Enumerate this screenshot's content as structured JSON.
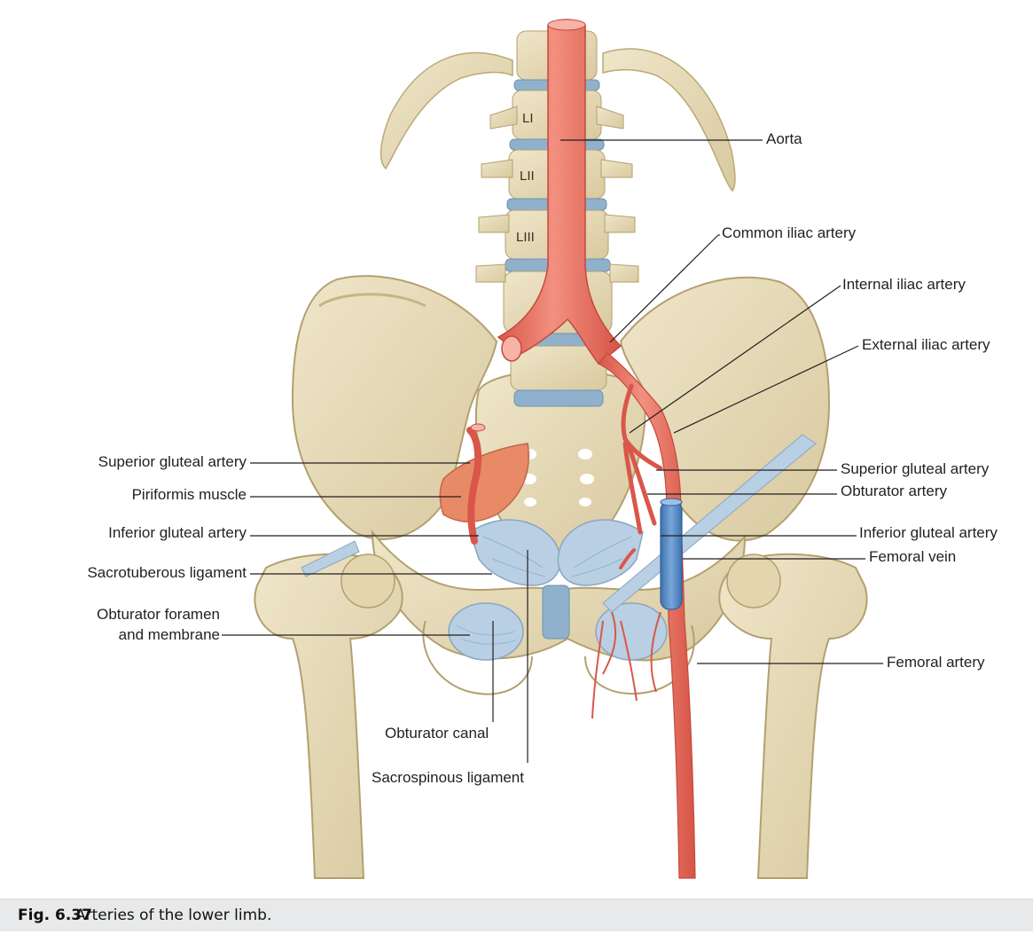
{
  "figure": {
    "labels": {
      "aorta": "Aorta",
      "common_iliac": "Common iliac artery",
      "internal_iliac": "Internal iliac artery",
      "external_iliac": "External iliac artery",
      "superior_gluteal_left": "Superior gluteal artery",
      "superior_gluteal_right": "Superior gluteal artery",
      "piriformis": "Piriformis muscle",
      "obturator_artery": "Obturator artery",
      "inferior_gluteal_left": "Inferior gluteal artery",
      "inferior_gluteal_right": "Inferior gluteal artery",
      "femoral_vein": "Femoral vein",
      "sacrotuberous": "Sacrotuberous ligament",
      "obturator_foramen_line1": "Obturator foramen",
      "obturator_foramen_line2": "and membrane",
      "femoral_artery": "Femoral artery",
      "obturator_canal": "Obturator canal",
      "sacrospinous": "Sacrospinous ligament"
    },
    "vertebra_labels": [
      "LI",
      "LII",
      "LIII"
    ]
  },
  "caption": {
    "number": "Fig. 6.37",
    "text": "Arteries of the lower limb."
  },
  "colors": {
    "bone": "#e6dbb9",
    "bone_shade": "#c9b98d",
    "artery": "#e8705f",
    "vein": "#4f86c4",
    "ligament": "#b9cfe3",
    "muscle": "#e88a66",
    "disc": "#8fb1cc"
  }
}
